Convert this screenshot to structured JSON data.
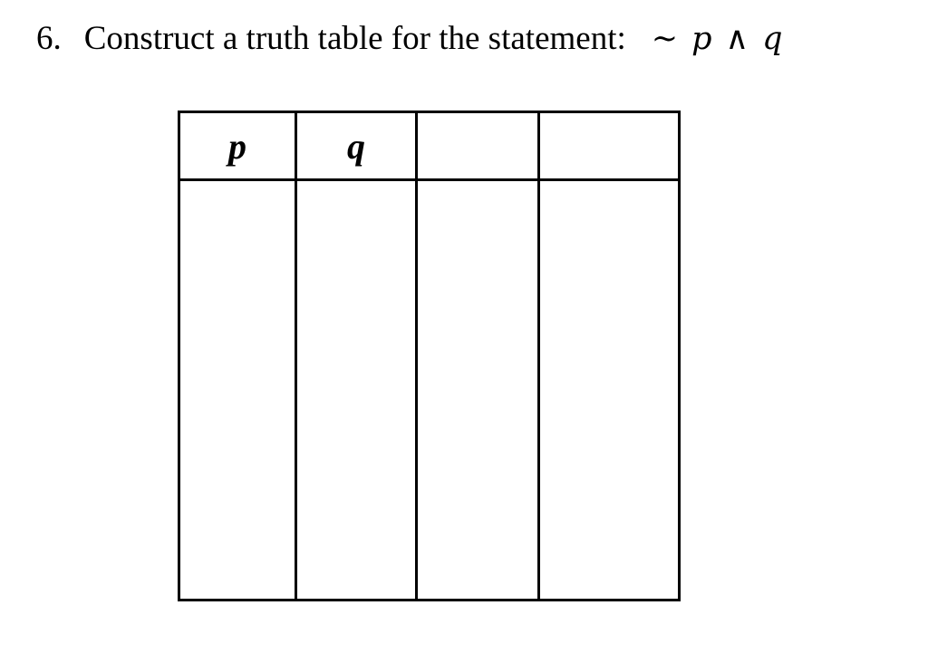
{
  "colors": {
    "background": "#ffffff",
    "text": "#000000",
    "table_border": "#000000"
  },
  "problem": {
    "number": "6.",
    "prompt": "Construct a truth table for the statement:",
    "statement": {
      "tilde": "~",
      "p": "p",
      "wedge": "∧",
      "q": "q",
      "full_text": "~ p ∧ q"
    }
  },
  "table": {
    "headers": [
      "p",
      "q",
      "",
      ""
    ],
    "column_count": 4,
    "empty_body_rows": 1
  }
}
